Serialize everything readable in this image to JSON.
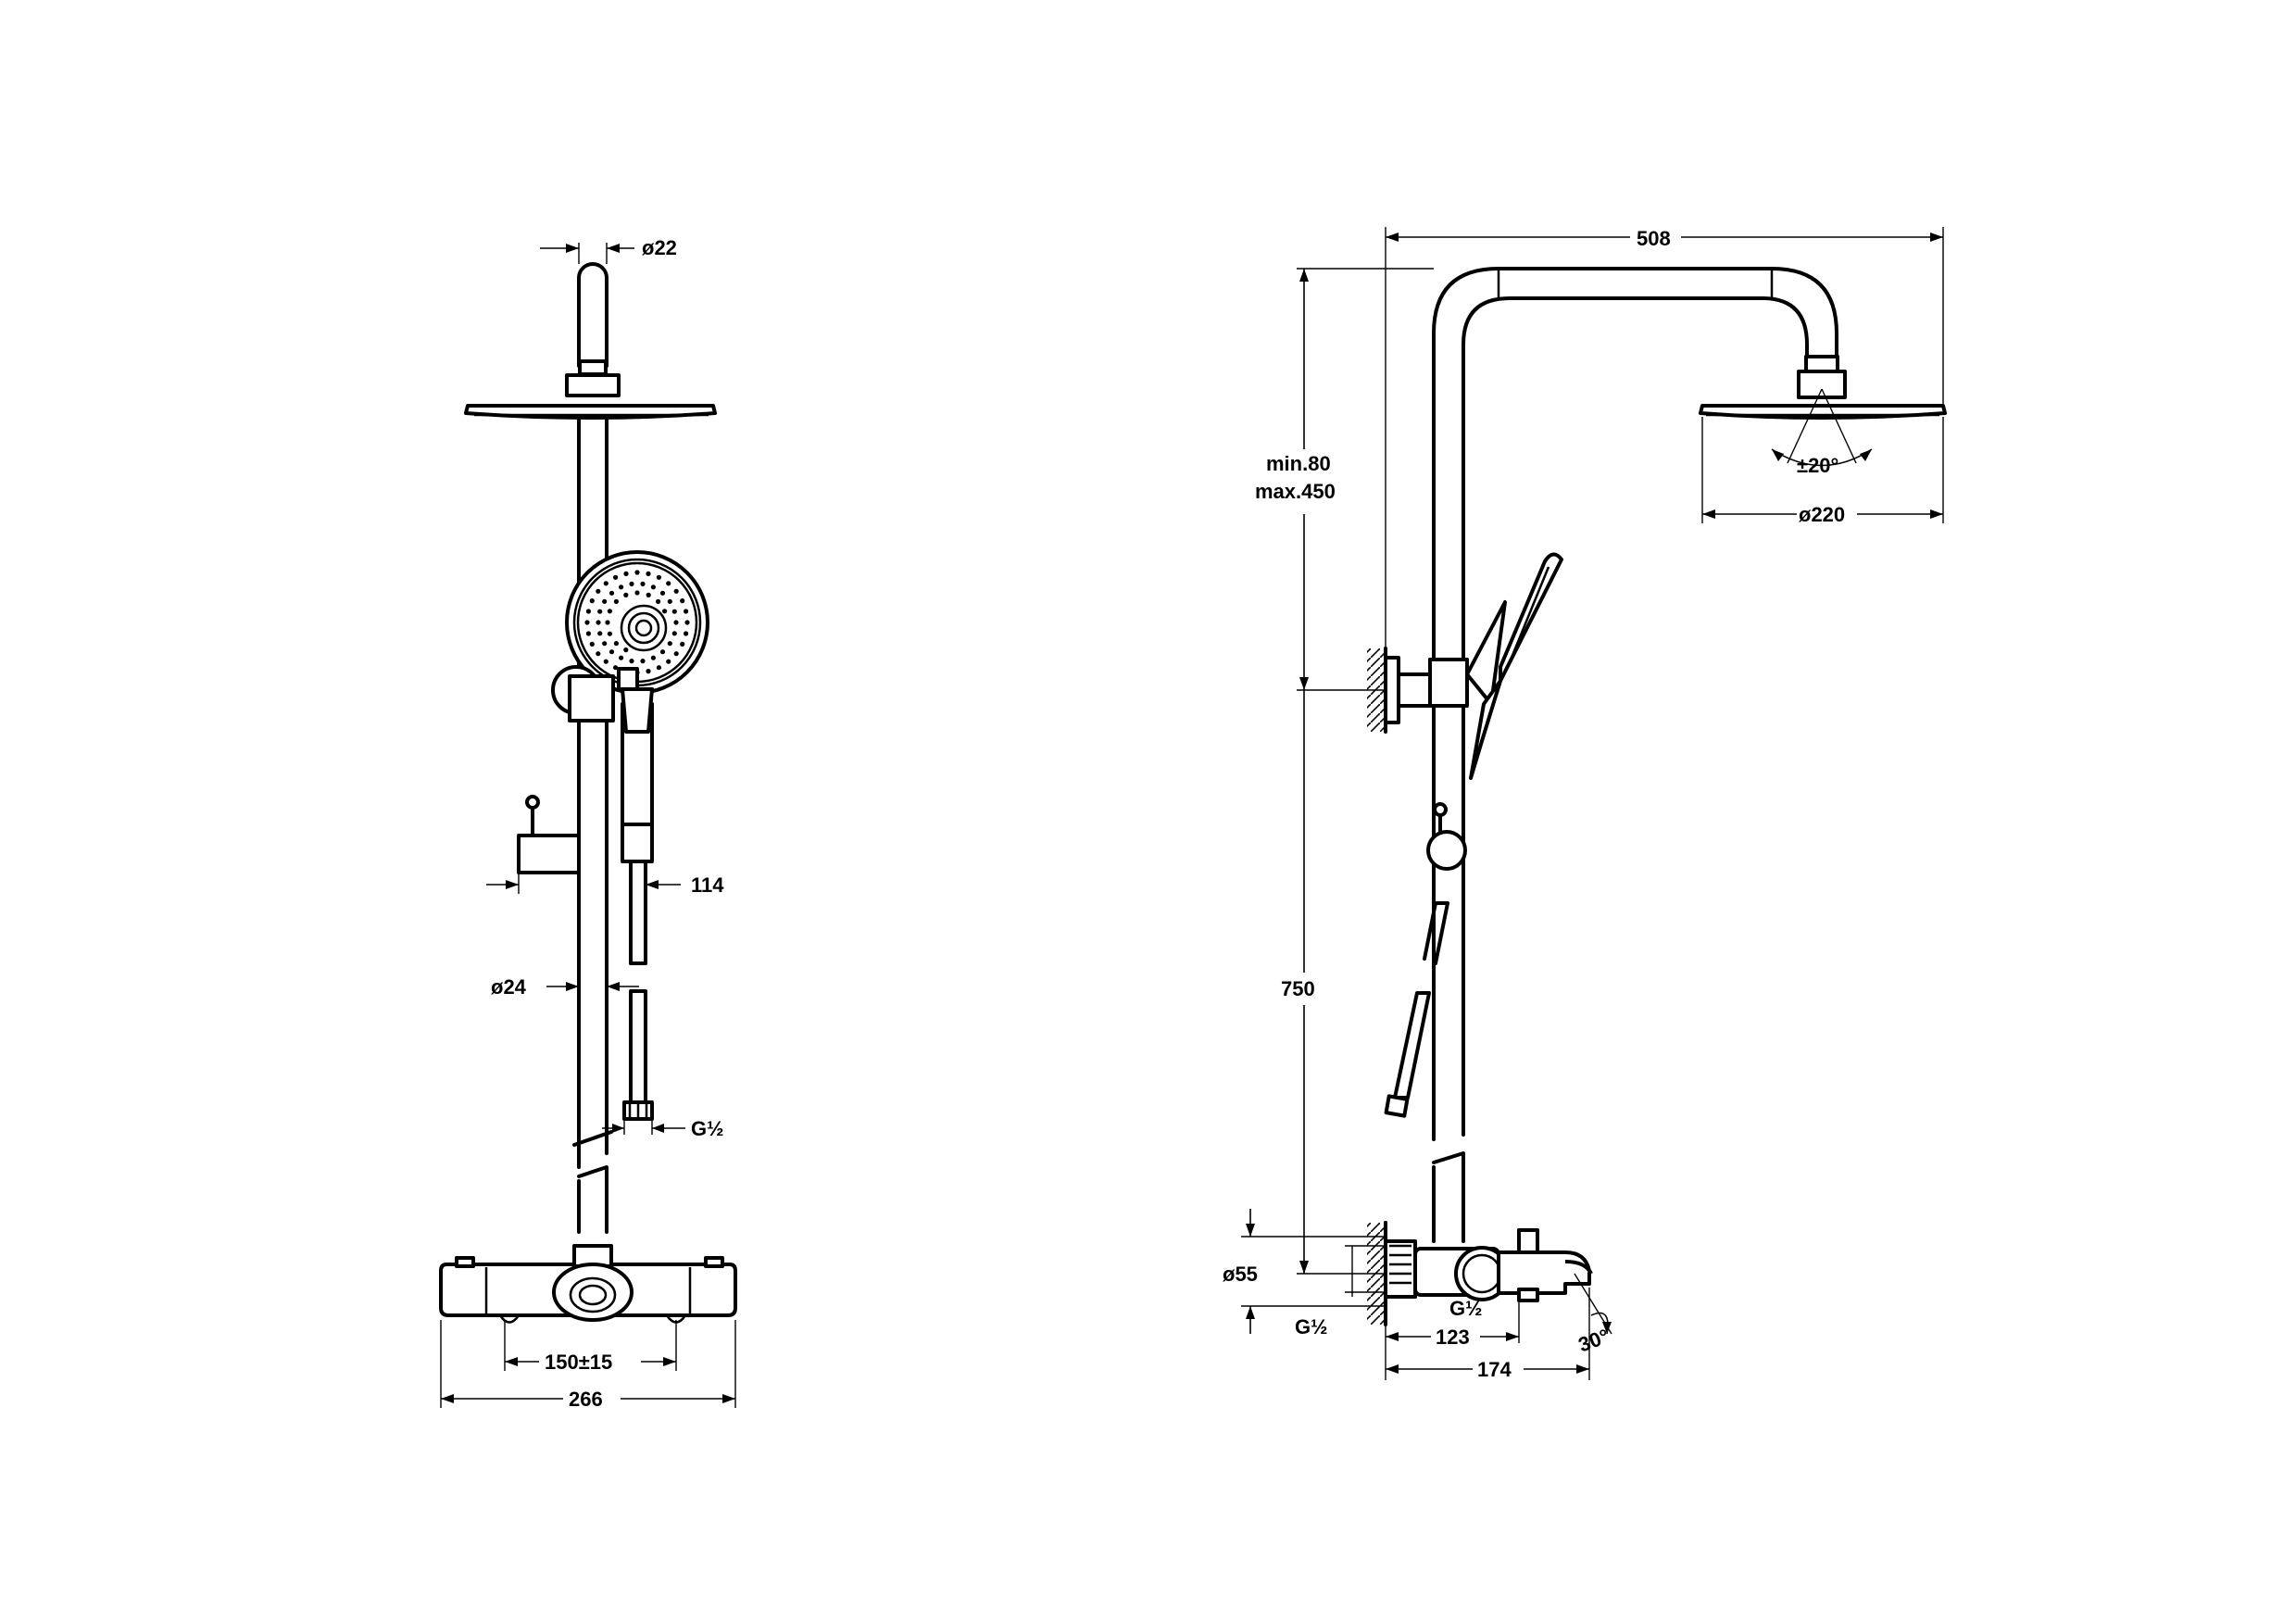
{
  "front_view": {
    "pipe_diameter_top": "ø22",
    "height_outlet": "114",
    "rail_diameter": "ø24",
    "thread_hose": "G½",
    "center_distance": "150±15",
    "total_width": "266"
  },
  "side_view": {
    "arm_length": "508",
    "arm_height_line1": "min.80",
    "arm_height_line2": "max.450",
    "head_tilt": "±20°",
    "head_diameter": "ø220",
    "rail_height": "750",
    "flange_diameter": "ø55",
    "thread_inlet": "G½",
    "thread_spout": "G½",
    "spout_depth": "123",
    "total_depth": "174",
    "spout_angle": "30°"
  },
  "colors": {
    "line": "#000000",
    "background": "#ffffff"
  }
}
